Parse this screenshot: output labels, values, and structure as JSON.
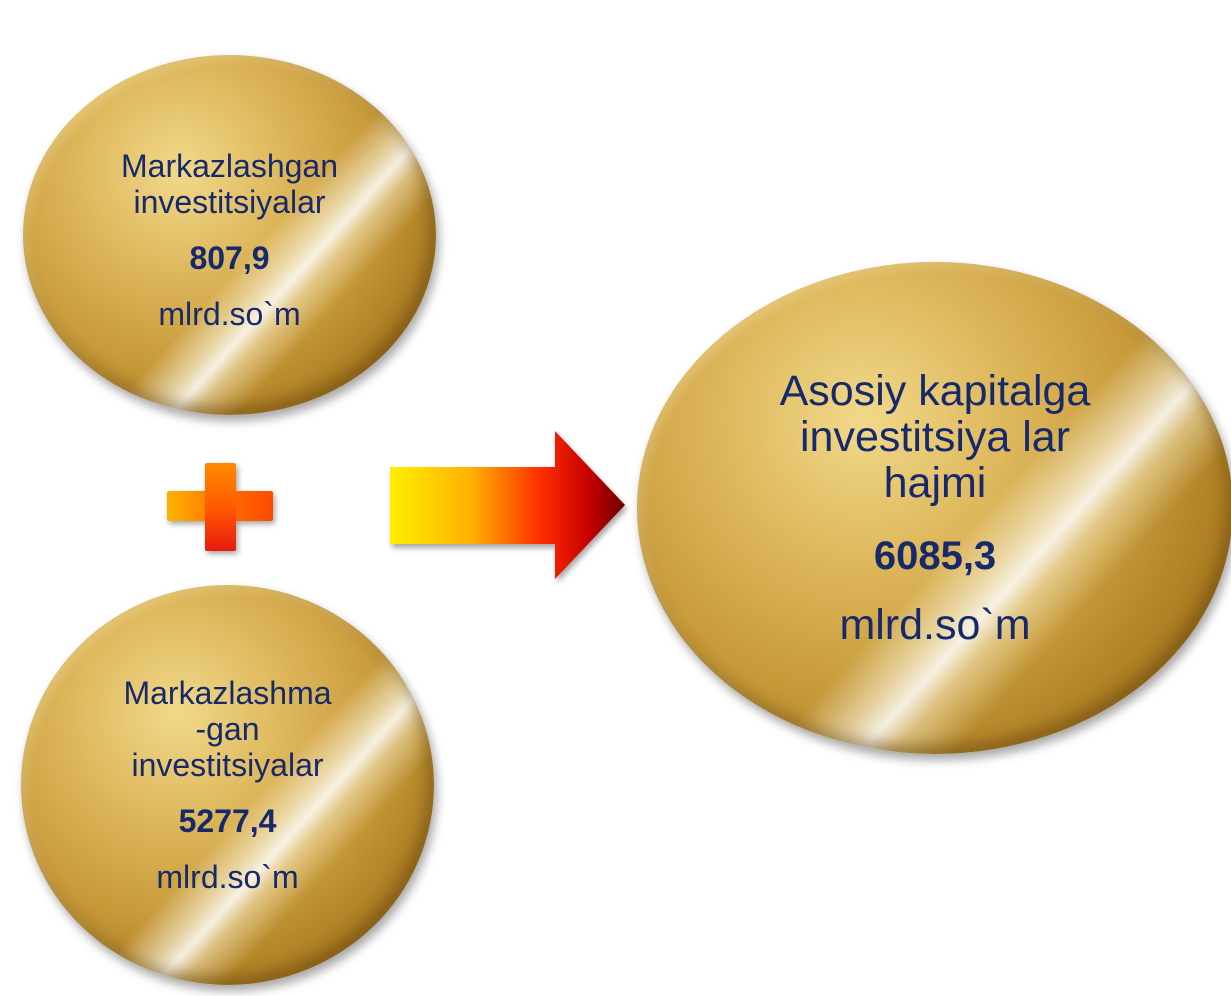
{
  "left_top": {
    "label_line1": "Markazlashgan",
    "label_line2": "investitsiyalar",
    "value": "807,9",
    "unit": "mlrd.so`m"
  },
  "left_bottom": {
    "label_line1": "Markazlashma",
    "label_line2": "-gan",
    "label_line3": "investitsiyalar",
    "value": "5277,4",
    "unit": "mlrd.so`m"
  },
  "result": {
    "label_line1": "Asosiy kapitalga",
    "label_line2": "investitsiya lar",
    "label_line3": "hajmi",
    "value": "6085,3",
    "unit": "mlrd.so`m"
  },
  "colors": {
    "text": "#15296b",
    "coin_gold": "#c79a3a",
    "plus_orange": "#ff7200",
    "plus_red": "#e81a10",
    "arrow_start": "#ffe800",
    "arrow_end": "#7a0000"
  },
  "icons": {
    "plus": "plus-icon",
    "arrow": "right-arrow-icon"
  }
}
